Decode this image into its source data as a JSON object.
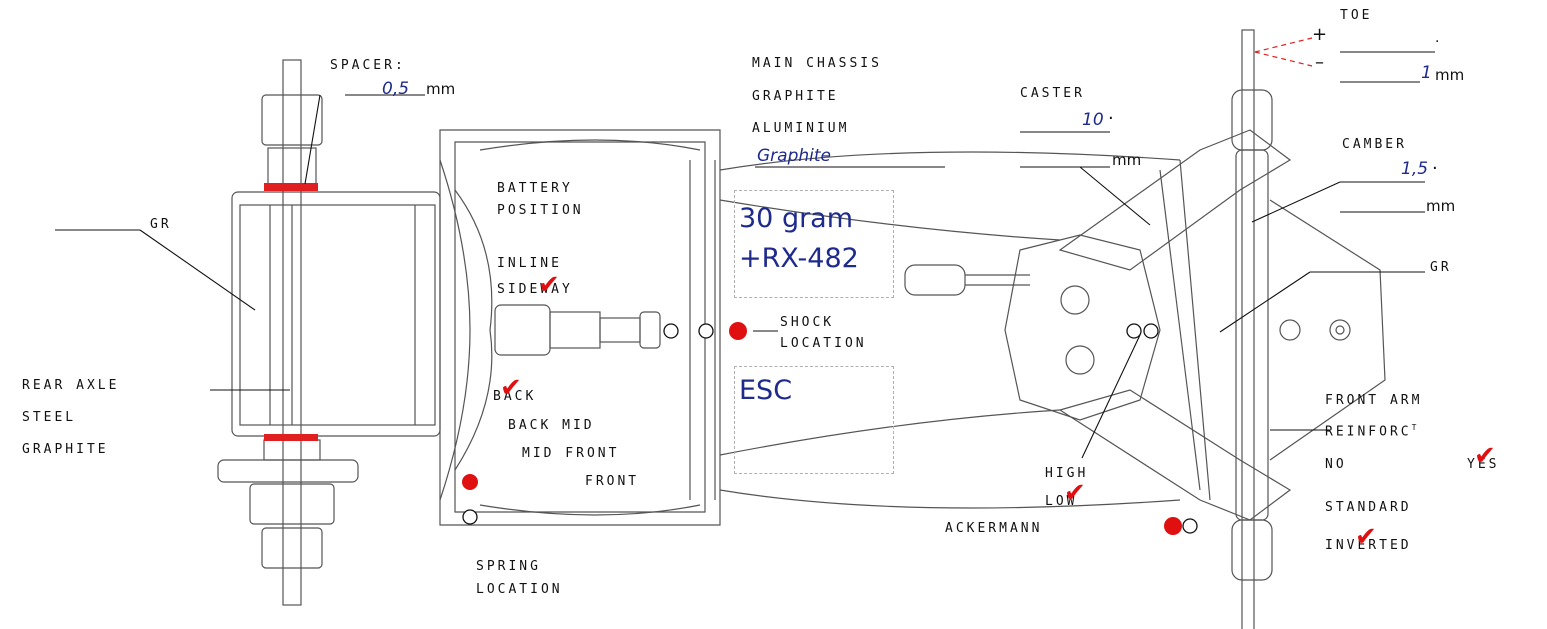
{
  "rear": {
    "spacer_label": "SPACER:",
    "spacer_value": "0,5",
    "spacer_unit": "mm",
    "gr_label": "GR",
    "axle_title": "REAR AXLE",
    "axle_opt1": "STEEL",
    "axle_opt2": "GRAPHITE"
  },
  "chassis": {
    "title": "MAIN CHASSIS",
    "opt1": "GRAPHITE",
    "opt2": "ALUMINIUM",
    "value": "Graphite"
  },
  "battery": {
    "title_line1": "BATTERY",
    "title_line2": "POSITION",
    "opt_inline": "INLINE",
    "opt_sideway": "SIDEWAY"
  },
  "boxes": {
    "weight_line1": "30 gram",
    "weight_line2": "+RX-482",
    "esc": "ESC"
  },
  "shock": {
    "line1": "SHOCK",
    "line2": "LOCATION"
  },
  "mount": {
    "opt_back": "BACK",
    "opt_back_mid": "BACK MID",
    "opt_mid_front": "MID FRONT",
    "opt_front": "FRONT"
  },
  "spring": {
    "line1": "SPRING",
    "line2": "LOCATION"
  },
  "caster": {
    "label": "CASTER",
    "value": "10",
    "deg": "·",
    "unit": "mm"
  },
  "toe": {
    "label": "TOE",
    "plus": "+",
    "minus": "–",
    "plus_mark": ".",
    "value": "1",
    "unit": "mm"
  },
  "camber": {
    "label": "CAMBER",
    "value": "1,5",
    "deg": "·",
    "unit": "mm"
  },
  "front": {
    "gr_label": "GR",
    "arm_line1": "FRONT ARM",
    "arm_line2": "REINFORC",
    "arm_sup": "T",
    "opt_no": "NO",
    "opt_yes": "YES",
    "opt_standard": "STANDARD",
    "opt_inverted": "INVERTED"
  },
  "ackermann": {
    "opt_high": "HIGH",
    "opt_low": "LOW",
    "label": "ACKERMANN"
  },
  "check_glyph": "✔",
  "colors": {
    "mark_red": "#e01010",
    "value_blue": "#1e2a8c",
    "spacer_red": "#e02020"
  }
}
